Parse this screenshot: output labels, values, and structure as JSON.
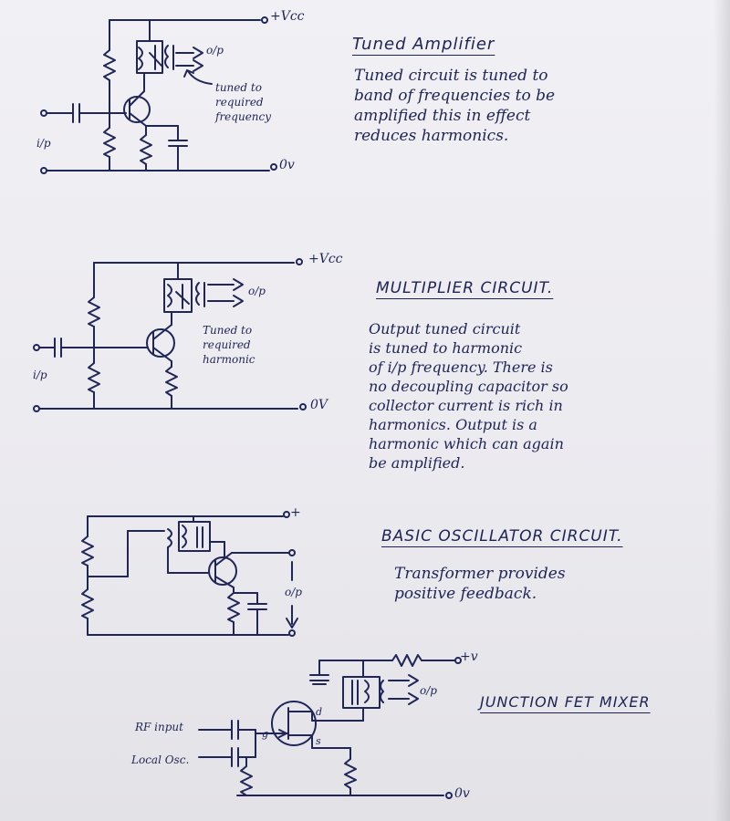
{
  "sections": {
    "tuned": {
      "title": "Tuned Amplifier",
      "description": "Tuned circuit is tuned to\nband of frequencies to be\namplified this in effect\nreduces harmonics.",
      "labels": {
        "vcc": "+Vcc",
        "zero_v": "0v",
        "ip": "i/p",
        "op": "o/p"
      },
      "note": "tuned to\nrequired\nfrequency"
    },
    "multiplier": {
      "title": "MULTIPLIER CIRCUIT.",
      "description": "Output tuned circuit\nis tuned to harmonic\nof i/p frequency. There is\nno decoupling capacitor so\ncollector current is rich in\nharmonics. Output is a\nharmonic which can again\nbe amplified.",
      "labels": {
        "vcc": "+Vcc",
        "zero_v": "0V",
        "ip": "i/p",
        "op": "o/p"
      },
      "note": "Tuned to\nrequired\nharmonic"
    },
    "oscillator": {
      "title": "BASIC OSCILLATOR CIRCUIT.",
      "description": "Transformer provides\npositive feedback.",
      "labels": {
        "plus": "+",
        "op": "o/p"
      }
    },
    "fet_mixer": {
      "title": "JUNCTION FET MIXER",
      "labels": {
        "plus_v": "+v",
        "op": "o/p",
        "zero_v": "0v",
        "rf_input": "RF input",
        "local_osc": "Local Osc.",
        "g": "g",
        "d": "d",
        "s": "s"
      }
    }
  },
  "colors": {
    "ink": "#20255a",
    "paper": "#efeef2"
  }
}
